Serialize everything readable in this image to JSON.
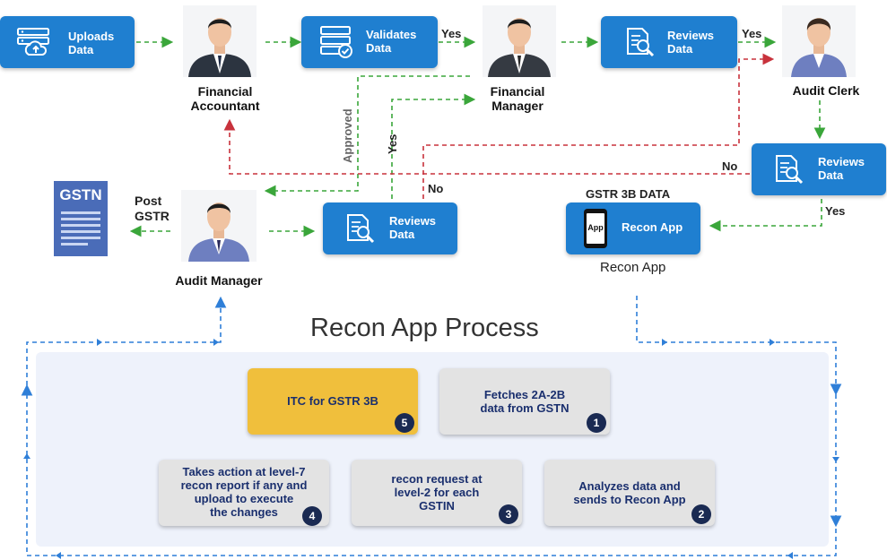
{
  "colors": {
    "blue": "#1f7fd0",
    "green_arrow": "#3aa63a",
    "red_arrow": "#c8323c",
    "blue_arrow": "#2f7fd8",
    "yellow_card": "#f0bf3c",
    "grey_card": "#e3e3e3",
    "panel": "#eef2fb",
    "badge": "#1a2a52"
  },
  "boxes": {
    "uploads": "Uploads\nData",
    "validates": "Validates\nData",
    "reviews_manager": "Reviews\nData",
    "reviews_clerk": "Reviews\nData",
    "reviews_audit": "Reviews\nData",
    "recon_app": "Recon App",
    "app_icon_text": "App"
  },
  "people": {
    "financial_accountant": "Financial\nAccountant",
    "financial_manager": "Financial\nManager",
    "audit_clerk": "Audit Clerk",
    "audit_manager": "Audit Manager"
  },
  "labels": {
    "yes_1": "Yes",
    "yes_2": "Yes",
    "yes_3": "Yes",
    "yes_vertical": "Yes",
    "approved": "Approved",
    "no_1": "No",
    "no_2": "No",
    "post_gstr": "Post\nGSTR",
    "gstn": "GSTN",
    "gstr3b_data": "GSTR 3B DATA",
    "recon_app_caption": "Recon App"
  },
  "process": {
    "title": "Recon App Process",
    "steps": [
      {
        "num": "1",
        "text": "Fetches 2A-2B\ndata from GSTN"
      },
      {
        "num": "2",
        "text": "Analyzes data and\nsends to Recon App"
      },
      {
        "num": "3",
        "text": "recon request at\nlevel-2 for each\nGSTIN"
      },
      {
        "num": "4",
        "text": "Takes action at level-7\nrecon report if any and\nupload to execute\nthe changes"
      },
      {
        "num": "5",
        "text": "ITC for GSTR 3B"
      }
    ]
  }
}
